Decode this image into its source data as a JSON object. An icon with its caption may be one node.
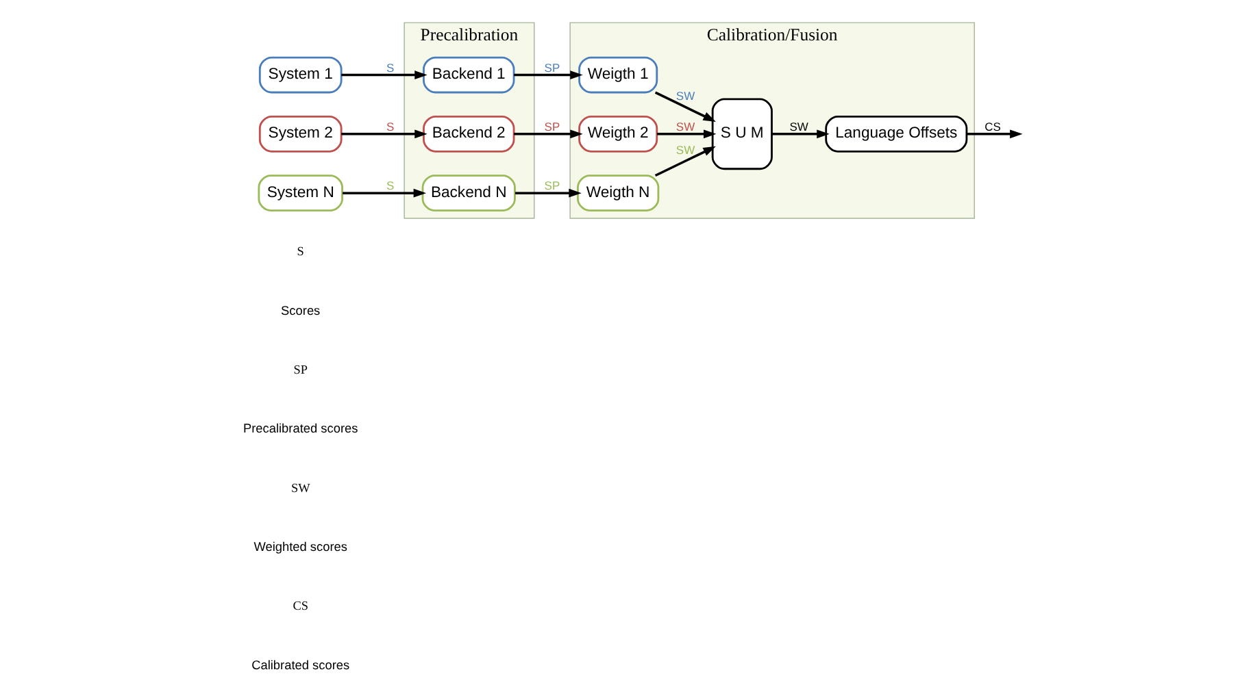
{
  "diagram": {
    "nodes": [
      {
        "text": [
          "System 1"
        ]
      },
      {
        "text": [
          "System 2"
        ]
      },
      {
        "text": [
          "System N"
        ]
      },
      {
        "text": [
          "Precalibration"
        ]
      },
      {
        "text": [
          "Backend 1"
        ],
        "in": 3
      },
      {
        "text": [
          "Backend 2"
        ],
        "in": 3
      },
      {
        "text": [
          "Backend N"
        ],
        "in": 3
      },
      {
        "text": [
          "Calibration/Fusion"
        ]
      },
      {
        "text": [
          "Weigth 1"
        ],
        "in": 7
      },
      {
        "text": [
          "Weigth 2"
        ],
        "in": 7
      },
      {
        "text": [
          "Weigth N"
        ],
        "in": 7
      },
      {
        "text": [
          "S U M"
        ],
        "in": 7
      },
      {
        "text": [
          "Language Offsets"
        ],
        "in": 7
      }
    ],
    "edges": [
      {
        "from": 0,
        "to": 4,
        "arrow": "to",
        "label": "S"
      },
      {
        "from": 1,
        "to": 5,
        "arrow": "to",
        "label": "S"
      },
      {
        "from": 2,
        "to": 6,
        "arrow": "to",
        "label": "S"
      },
      {
        "from": 4,
        "to": 8,
        "arrow": "to",
        "label": "SP"
      },
      {
        "from": 5,
        "to": 9,
        "arrow": "to",
        "label": "SP"
      },
      {
        "from": 6,
        "to": 10,
        "arrow": "to",
        "label": "SP"
      },
      {
        "from": 8,
        "to": 11,
        "arrow": "to",
        "label": "SW"
      },
      {
        "from": 9,
        "to": 11,
        "arrow": "to",
        "label": "SW"
      },
      {
        "from": 10,
        "to": 11,
        "arrow": "to",
        "label": "SW"
      },
      {
        "from": 11,
        "to": 12,
        "arrow": "to",
        "label": "SW"
      },
      {
        "from": 12,
        "to": null,
        "arrow": "to",
        "label": "CS"
      }
    ],
    "labels": [
      "S",
      "Scores",
      "SP",
      "Precalibrated scores",
      "SW",
      "Weighted scores",
      "CS",
      "Calibrated scores"
    ]
  }
}
